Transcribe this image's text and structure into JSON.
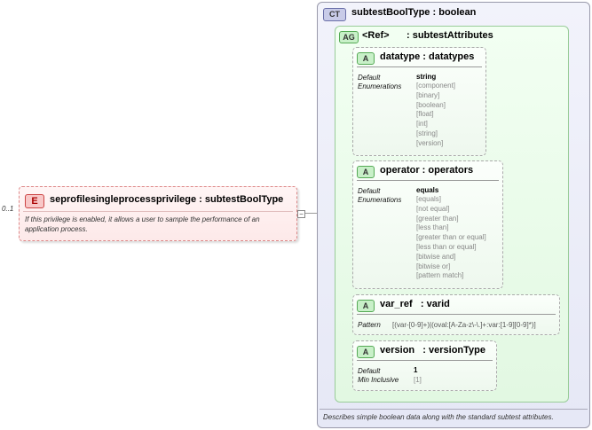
{
  "element": {
    "badge": "E",
    "name": "seprofilesingleprocessprivilege",
    "type_sep": ":",
    "type": "subtestBoolType",
    "cardinality": "0..1",
    "documentation": "If this privilege is enabled, it allows a user to sample the performance of an application process.",
    "toggle": "−"
  },
  "complex_type": {
    "badge": "CT",
    "name": "subtestBoolType",
    "type_sep": ":",
    "base": "boolean",
    "documentation": "Describes simple boolean data along with the standard subtest attributes."
  },
  "attribute_group": {
    "badge": "AG",
    "ref": "<Ref>",
    "name": ": subtestAttributes"
  },
  "attributes": [
    {
      "badge": "A",
      "title": "datatype : datatypes",
      "default_label": "Default",
      "default_value": "string",
      "enum_label": "Enumerations",
      "enumerations": [
        "[component]",
        "[binary]",
        "[boolean]",
        "[float]",
        "[int]",
        "[string]",
        "[version]"
      ]
    },
    {
      "badge": "A",
      "title": "operator : operators",
      "default_label": "Default",
      "default_value": "equals",
      "enum_label": "Enumerations",
      "enumerations": [
        "[equals]",
        "[not equal]",
        "[greater than]",
        "[less than]",
        "[greater than or equal]",
        "[less than or equal]",
        "[bitwise and]",
        "[bitwise or]",
        "[pattern match]"
      ]
    },
    {
      "badge": "A",
      "title": "var_ref   : varid",
      "pattern_label": "Pattern",
      "pattern_value": "[(var-[0-9]+)|(oval:[A-Za-z\\-\\.]+:var:[1-9][0-9]*)]"
    },
    {
      "badge": "A",
      "title": "version   : versionType",
      "default_label": "Default",
      "default_value": "1",
      "min_label": "Min Inclusive",
      "min_value": "[1]"
    }
  ],
  "colors": {
    "element_border": "#dd8888",
    "element_fill": "#fde9e9",
    "complex_type_fill": "#e6e8f6",
    "attribute_group_fill": "#e2f8e2",
    "enumeration_text": "#888888"
  }
}
